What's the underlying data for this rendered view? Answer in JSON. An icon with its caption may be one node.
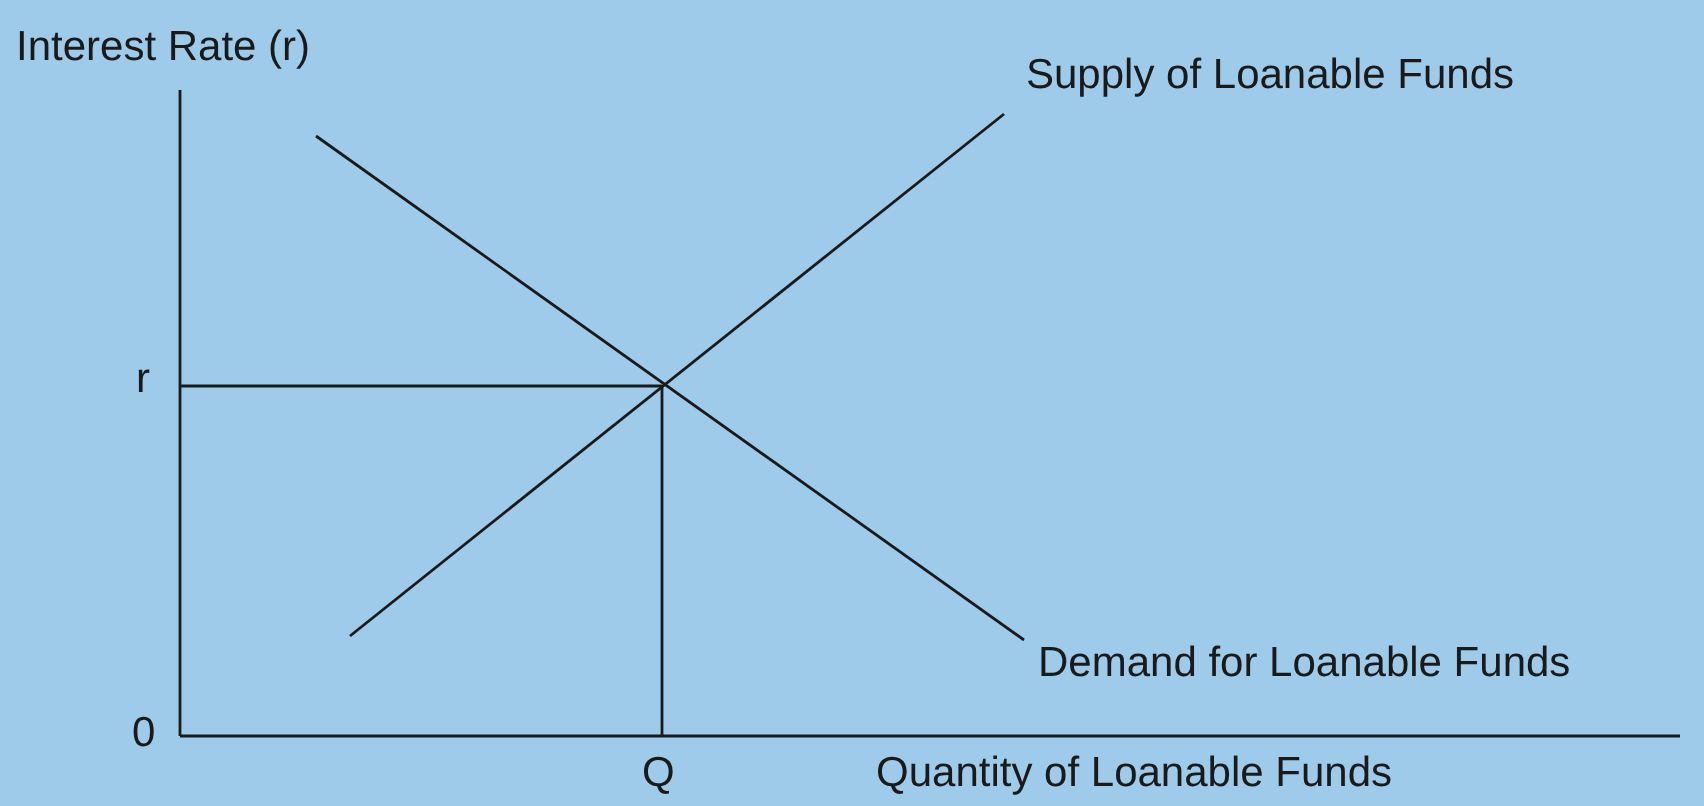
{
  "diagram": {
    "labels": [
      "Interest Rate (r)",
      "Supply of Loanable Funds",
      "r",
      "Demand for Loanable Funds",
      "0",
      "Q",
      "Quantity of Loanable Funds"
    ]
  }
}
